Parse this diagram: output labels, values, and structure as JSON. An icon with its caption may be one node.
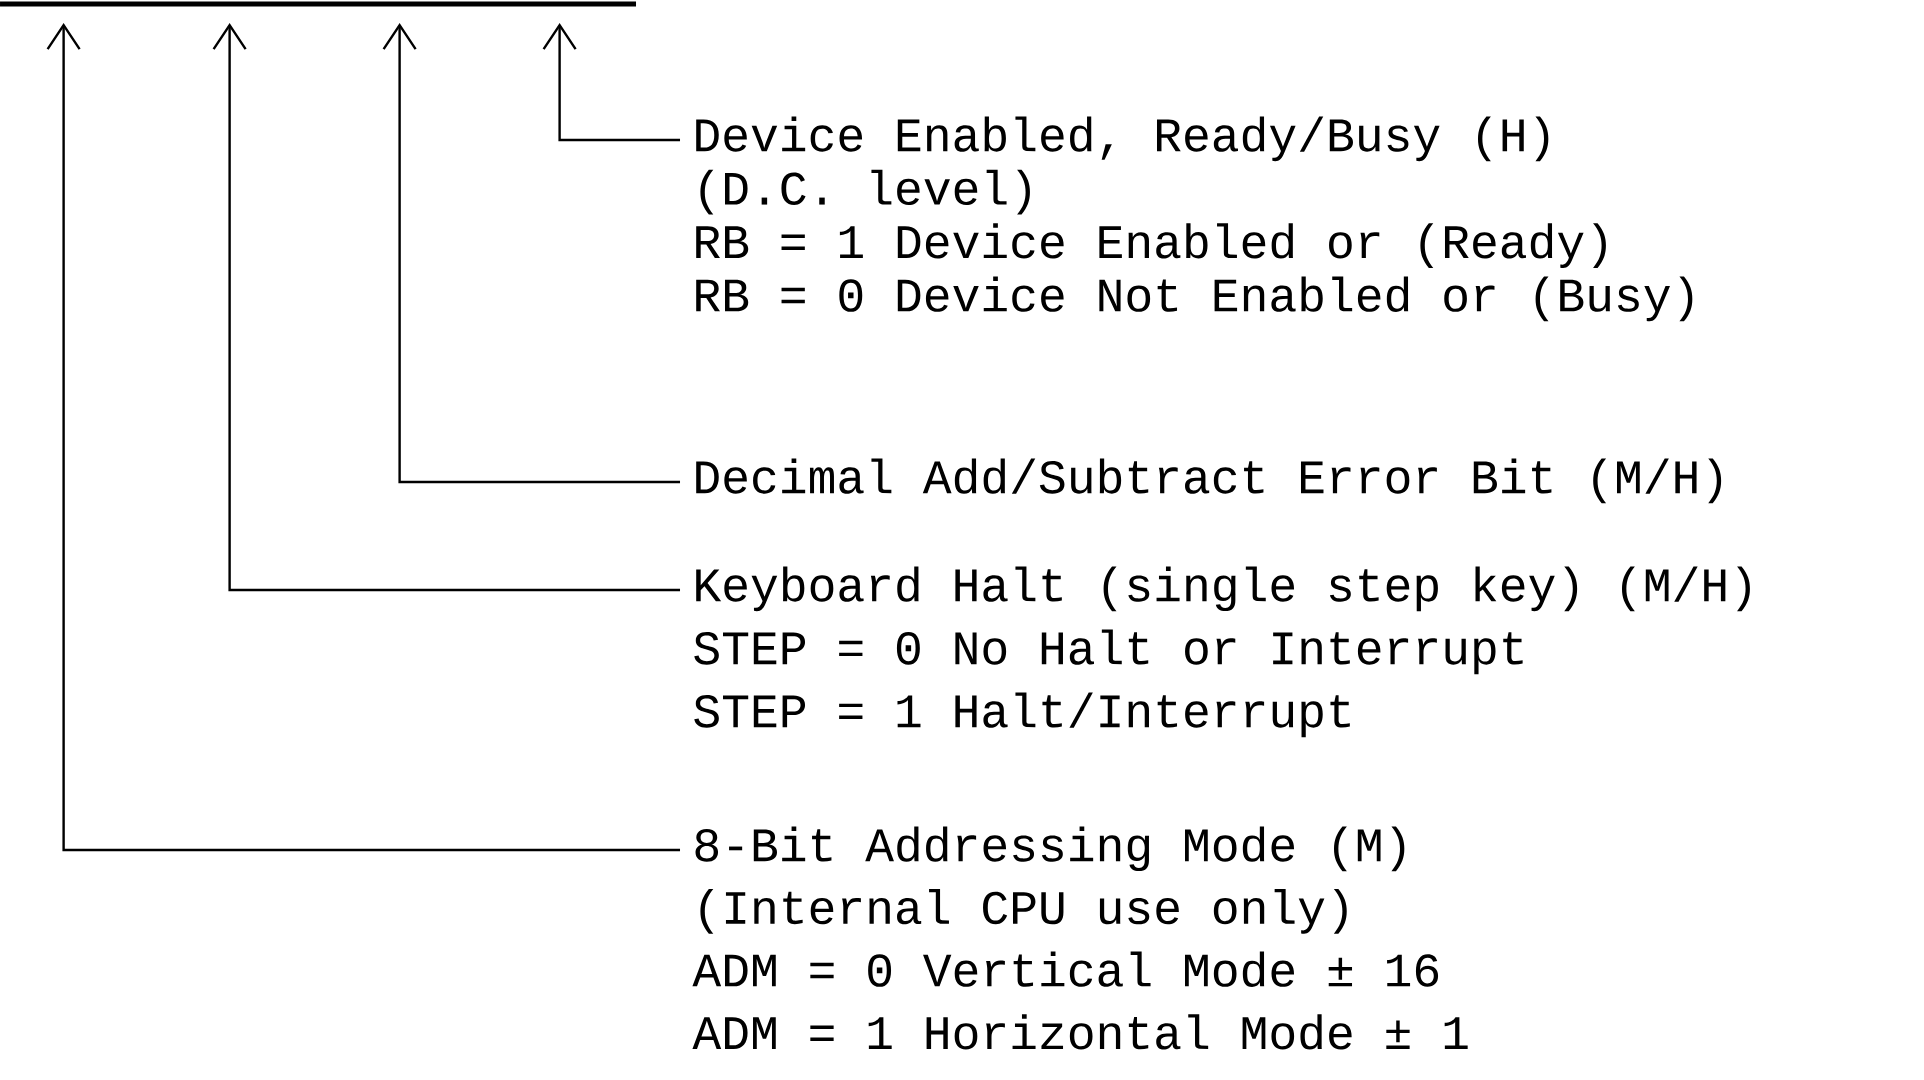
{
  "diagram": {
    "nodes": [
      {
        "text": [],
        "shape": "bar"
      },
      {
        "text": [
          "Device Enabled, Ready/Busy (H)",
          "(D.C. level)",
          "RB = 1 Device Enabled or (Ready)",
          "RB = 0 Device Not Enabled or (Busy)"
        ]
      },
      {
        "text": [
          "Decimal Add/Subtract Error Bit (M/H)"
        ]
      },
      {
        "text": [
          "Keyboard Halt (single step key) (M/H)",
          "STEP = 0 No Halt or Interrupt",
          "STEP = 1 Halt/Interrupt"
        ]
      },
      {
        "text": [
          "8-Bit Addressing Mode (M)",
          "(Internal CPU use only)",
          "ADM = 0 Vertical Mode ± 16",
          "ADM = 1 Horizontal Mode ± 1"
        ]
      }
    ],
    "edges": [
      {
        "from": 1,
        "to": 0,
        "arrow": "to"
      },
      {
        "from": 2,
        "to": 0,
        "arrow": "to"
      },
      {
        "from": 3,
        "to": 0,
        "arrow": "to"
      },
      {
        "from": 4,
        "to": 0,
        "arrow": "to"
      }
    ]
  }
}
